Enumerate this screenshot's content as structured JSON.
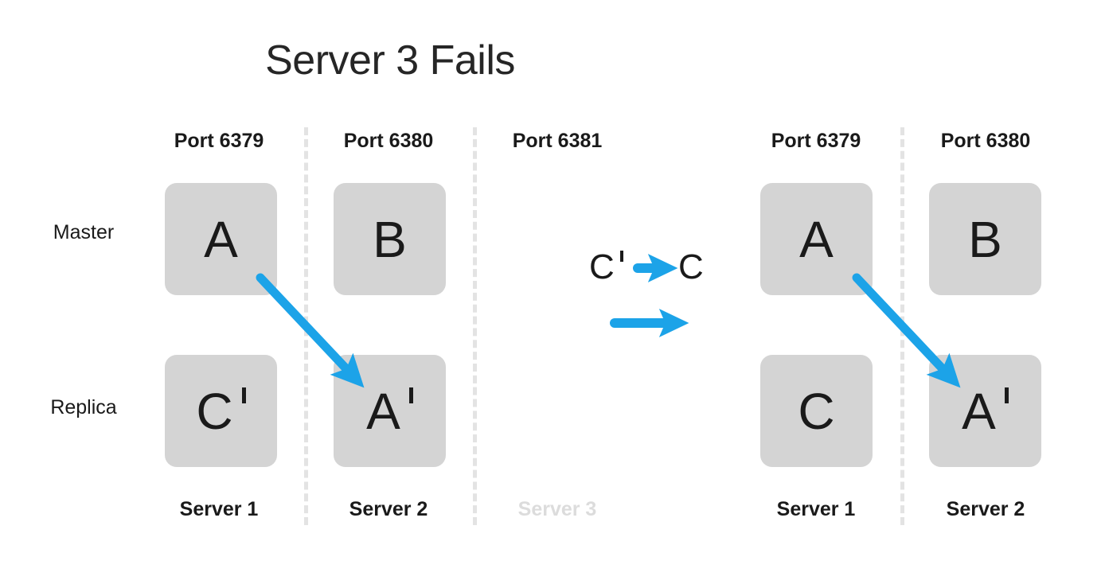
{
  "title": "Server 3 Fails",
  "colors": {
    "arrow": "#1CA3E8",
    "box_fill": "#d4d4d4",
    "divider": "#e3e3e3",
    "text": "#1a1a1a",
    "faded_text": "#dcdcdc",
    "background": "#ffffff"
  },
  "row_labels": {
    "master": "Master",
    "replica": "Replica"
  },
  "before": {
    "columns": [
      {
        "port": "Port 6379",
        "server": "Server 1",
        "server_failed": false,
        "master": "A",
        "master_primed": false,
        "replica": "C",
        "replica_primed": true
      },
      {
        "port": "Port 6380",
        "server": "Server 2",
        "server_failed": false,
        "master": "B",
        "master_primed": false,
        "replica": "A",
        "replica_primed": true
      },
      {
        "port": "Port 6381",
        "server": "Server 3",
        "server_failed": true,
        "master": "",
        "master_primed": false,
        "replica": "",
        "replica_primed": false
      }
    ]
  },
  "transition": {
    "from_letter": "C",
    "from_primed": true,
    "to_letter": "C",
    "to_primed": false,
    "arrow_icon": "right-arrow-icon",
    "flow_arrow_icon": "right-arrow-icon"
  },
  "after": {
    "columns": [
      {
        "port": "Port 6379",
        "server": "Server 1",
        "server_failed": false,
        "master": "A",
        "master_primed": false,
        "replica": "C",
        "replica_primed": false
      },
      {
        "port": "Port 6380",
        "server": "Server 2",
        "server_failed": false,
        "master": "B",
        "master_primed": false,
        "replica": "A",
        "replica_primed": true
      }
    ]
  },
  "replication_arrows": [
    {
      "name": "replication-arrow-left",
      "from": "A (Server 1 master)",
      "to": "A' (Server 2 replica)"
    },
    {
      "name": "replication-arrow-right",
      "from": "A (Server 1 master)",
      "to": "A' (Server 2 replica)"
    }
  ]
}
